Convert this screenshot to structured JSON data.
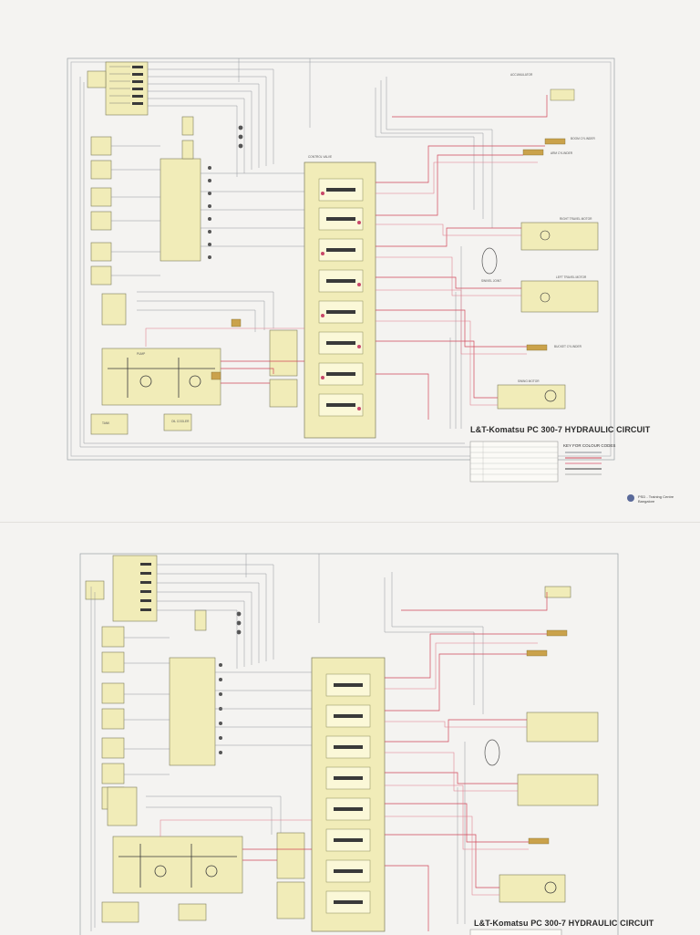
{
  "sheets": [
    {
      "title": "L&T-Komatsu PC 300-7 HYDRAULIC CIRCUIT",
      "key_heading": "KEY FOR COLOUR CODES",
      "footer_line1": "PSD - Training Centre",
      "footer_line2": "Bangalore",
      "labels": {
        "accumulator": "ACCUMULATOR",
        "control_valve": "CONTROL VALVE",
        "swivel_joint": "SWIVEL JOINT",
        "boom_cylinder": "BOOM CYLINDER",
        "arm_cylinder": "ARM CYLINDER",
        "right_travel_motor": "RIGHT TRAVEL MOTOR",
        "left_travel_motor": "LEFT TRAVEL MOTOR",
        "swing_motor": "SWING MOTOR",
        "bucket_cylinder": "BUCKET CYLINDER",
        "pump": "PUMP",
        "oil_cooler": "OIL COOLER",
        "tank": "TANK"
      }
    },
    {
      "title": "L&T-Komatsu PC 300-7 HYDRAULIC CIRCUIT"
    }
  ],
  "colors": {
    "paper": "#f4f3f1",
    "block_fill": "#f1ecb8",
    "line_gray": "#8a8f96",
    "line_red": "#d0485a",
    "line_pink": "#e07a8a",
    "line_dark": "#3a3a3a"
  }
}
